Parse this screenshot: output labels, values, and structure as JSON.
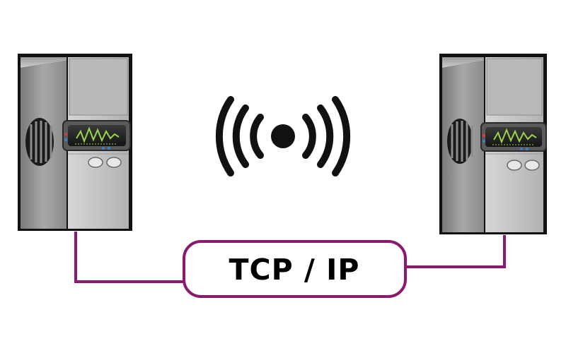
{
  "diagram": {
    "protocol_label": "TCP / IP",
    "nodes": [
      {
        "name": "server-left",
        "icon": "server-tower-icon"
      },
      {
        "name": "server-right",
        "icon": "server-tower-icon"
      }
    ],
    "wireless_icon": "wireless-broadcast-icon",
    "colors": {
      "connector": "#8B1A6F",
      "server_body": "#c9c9c9",
      "server_dark": "#2b2b2b",
      "display_trace": "#9bd44a",
      "background": "#ffffff"
    }
  }
}
